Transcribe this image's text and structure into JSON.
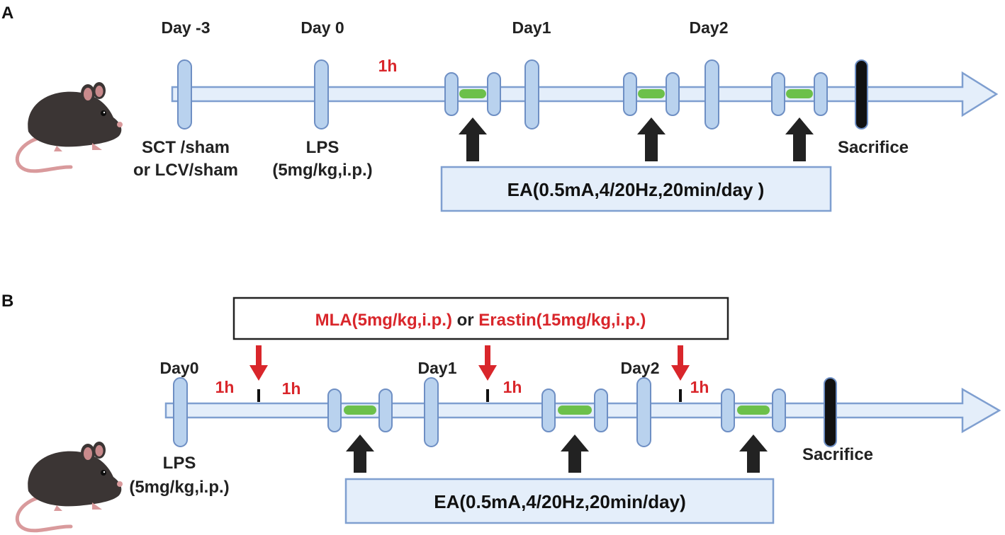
{
  "colors": {
    "timeline_fill": "#e4eefa",
    "timeline_stroke": "#7f9fd0",
    "tick_fill": "#b9d2ee",
    "tick_stroke": "#6e8fc4",
    "ea_bar": "#6cc04a",
    "black_arrow": "#222222",
    "red_text": "#d9262b",
    "sacrifice_bar": "#111111"
  },
  "icons": {
    "mouse": "mouse-icon",
    "black_arrow": "up-arrow-icon",
    "red_arrow": "down-arrow-icon"
  },
  "panel_a": {
    "letter": "A",
    "day_minus3": "Day -3",
    "day0": "Day 0",
    "day1": "Day1",
    "day2": "Day2",
    "interval": "1h",
    "sct_line1": "SCT /sham",
    "sct_line2": "or LCV/sham",
    "lps": "LPS",
    "lps_dose": "(5mg/kg,i.p.)",
    "sacrifice": "Sacrifice",
    "ea_box": "EA(0.5mA,4/20Hz,20min/day )"
  },
  "panel_b": {
    "letter": "B",
    "drug_mla": "MLA(5mg/kg,i.p.)",
    "drug_or": " or ",
    "drug_erastin": "Erastin(15mg/kg,i.p.)",
    "day0": "Day0",
    "day1": "Day1",
    "day2": "Day2",
    "interval_before": "1h",
    "interval_after": "1h",
    "interval_day1": "1h",
    "interval_day2": "1h",
    "lps": "LPS",
    "lps_dose": "(5mg/kg,i.p.)",
    "sacrifice": "Sacrifice",
    "ea_box": "EA(0.5mA,4/20Hz,20min/day)"
  }
}
